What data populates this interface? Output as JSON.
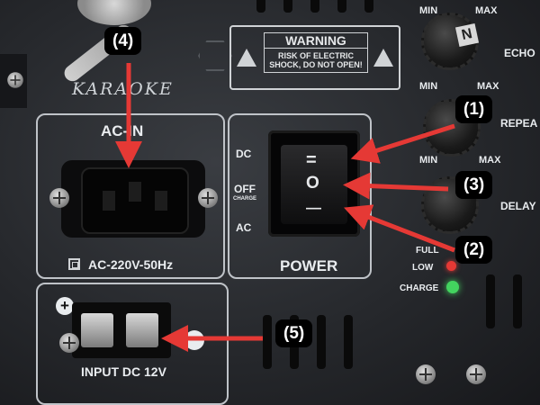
{
  "brand": {
    "logo_text": "KARAOKE"
  },
  "warning": {
    "title": "WARNING",
    "line1": "RISK OF ELECTRIC",
    "line2": "SHOCK, DO NOT OPEN!"
  },
  "ac_section": {
    "title": "AC-IN",
    "rating": "AC-220V-50Hz"
  },
  "power_section": {
    "title": "POWER",
    "dc_label": "DC",
    "off_label": "OFF",
    "charge_small": "CHARGE",
    "ac_label": "AC",
    "rocker_top": "=",
    "rocker_mid": "O",
    "rocker_bot": "—"
  },
  "dc_input": {
    "label": "INPUT DC 12V",
    "plus": "+"
  },
  "knobs": {
    "echo": "ECHO",
    "repeat": "REPEA",
    "delay": "DELAY",
    "min": "MIN",
    "max": "MAX"
  },
  "status": {
    "full": "FULL",
    "low": "LOW",
    "charge": "CHARGE"
  },
  "callouts": [
    "(1)",
    "(2)",
    "(3)",
    "(4)",
    "(5)"
  ],
  "colors": {
    "arrow": "#e53935",
    "led_red": "#e53935",
    "led_green": "#43d35f",
    "panel_line": "#bfc3c8"
  }
}
